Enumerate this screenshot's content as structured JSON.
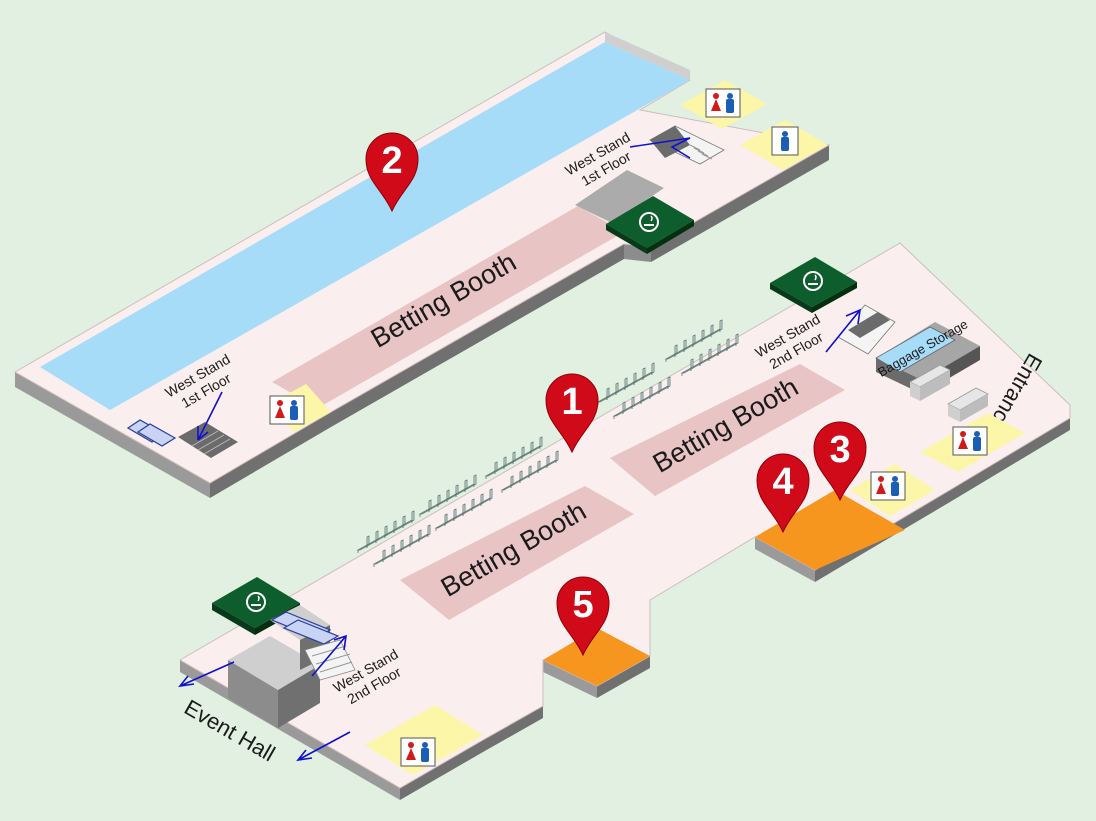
{
  "map": {
    "booths": {
      "upper": "Betting Booth",
      "lower_left": "Betting Booth",
      "lower_right": "Betting Booth"
    },
    "stairs": {
      "upper_right": [
        "West Stand",
        "1st Floor"
      ],
      "upper_left": [
        "West Stand",
        "1st Floor"
      ],
      "lower_right": [
        "West Stand",
        "2nd Floor"
      ],
      "lower_left": [
        "West Stand",
        "2nd Floor"
      ]
    },
    "entrance": "Entrance",
    "event_hall": "Event Hall",
    "baggage_storage": "Baggage Storage",
    "markers": [
      "1",
      "2",
      "3",
      "4",
      "5"
    ],
    "colors": {
      "background": "#e1f0e0",
      "floor": "#fbeeee",
      "wall_dark": "#6b6b6b",
      "wall_mid": "#9a9a9a",
      "track": "#a6dcf8",
      "booth": "#e8c4c4",
      "restroom_zone": "#fbf6a8",
      "smoking": "#0d5e2c",
      "highlight": "#f7961f",
      "marker": "#d10a1a",
      "arrow": "#1010d0"
    },
    "icons": [
      "marker-pin-icon",
      "restroom-icon",
      "men-restroom-icon",
      "smoking-area-icon",
      "escalator-icon",
      "stairs-icon",
      "direction-arrow-icon",
      "bench-icon"
    ]
  }
}
